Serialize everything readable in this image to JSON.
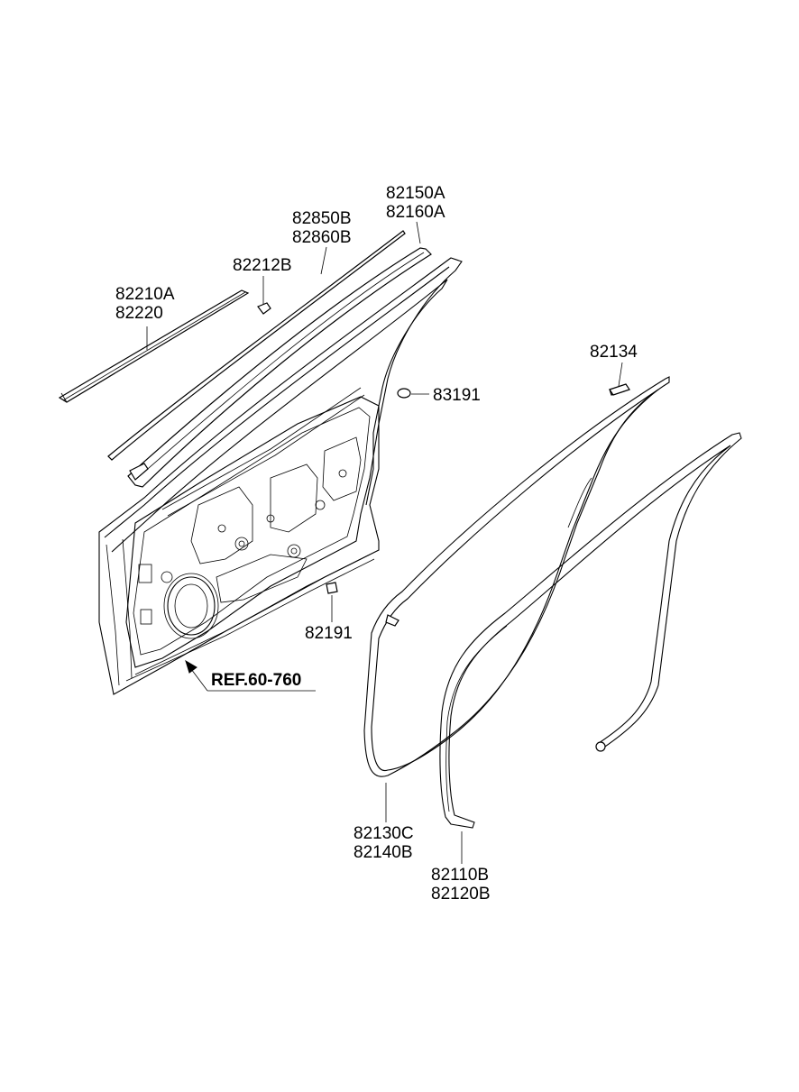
{
  "labels": {
    "p82150A": "82150A",
    "p82160A": "82160A",
    "p82850B": "82850B",
    "p82860B": "82860B",
    "p82212B": "82212B",
    "p82210A": "82210A",
    "p82220": "82220",
    "p82134": "82134",
    "p83191": "83191",
    "p82191": "82191",
    "ref": "REF.60-760",
    "p82130C": "82130C",
    "p82140B": "82140B",
    "p82110B": "82110B",
    "p82120B": "82120B"
  }
}
